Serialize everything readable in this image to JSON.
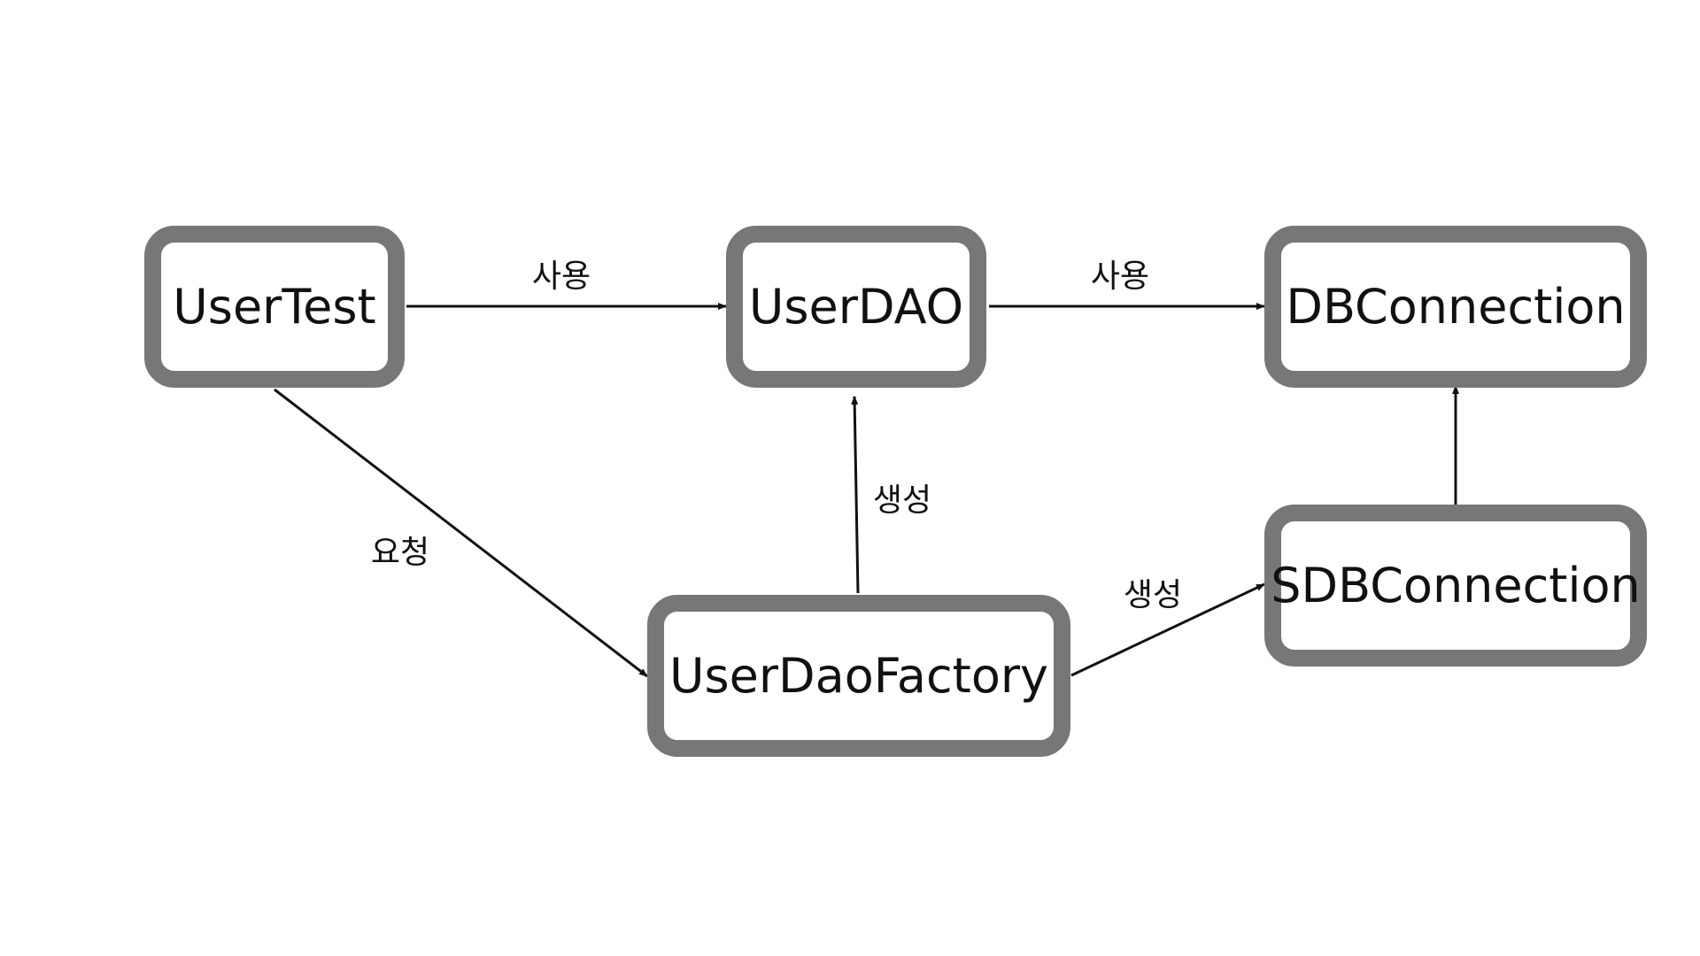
{
  "colors": {
    "node_border": "#777777",
    "node_fill": "#ffffff",
    "text": "#111111",
    "edge": "#111111",
    "background": "#ffffff"
  },
  "nodes": {
    "user_test": "UserTest",
    "user_dao": "UserDAO",
    "db_connection": "DBConnection",
    "user_dao_factory": "UserDaoFactory",
    "sdb_connection": "SDBConnection"
  },
  "edges": [
    {
      "from": "UserTest",
      "to": "UserDAO",
      "label": "사용"
    },
    {
      "from": "UserDAO",
      "to": "DBConnection",
      "label": "사용"
    },
    {
      "from": "UserTest",
      "to": "UserDaoFactory",
      "label": "요청"
    },
    {
      "from": "UserDaoFactory",
      "to": "UserDAO",
      "label": "생성"
    },
    {
      "from": "UserDaoFactory",
      "to": "SDBConnection",
      "label": "생성"
    },
    {
      "from": "SDBConnection",
      "to": "DBConnection",
      "label": ""
    }
  ]
}
